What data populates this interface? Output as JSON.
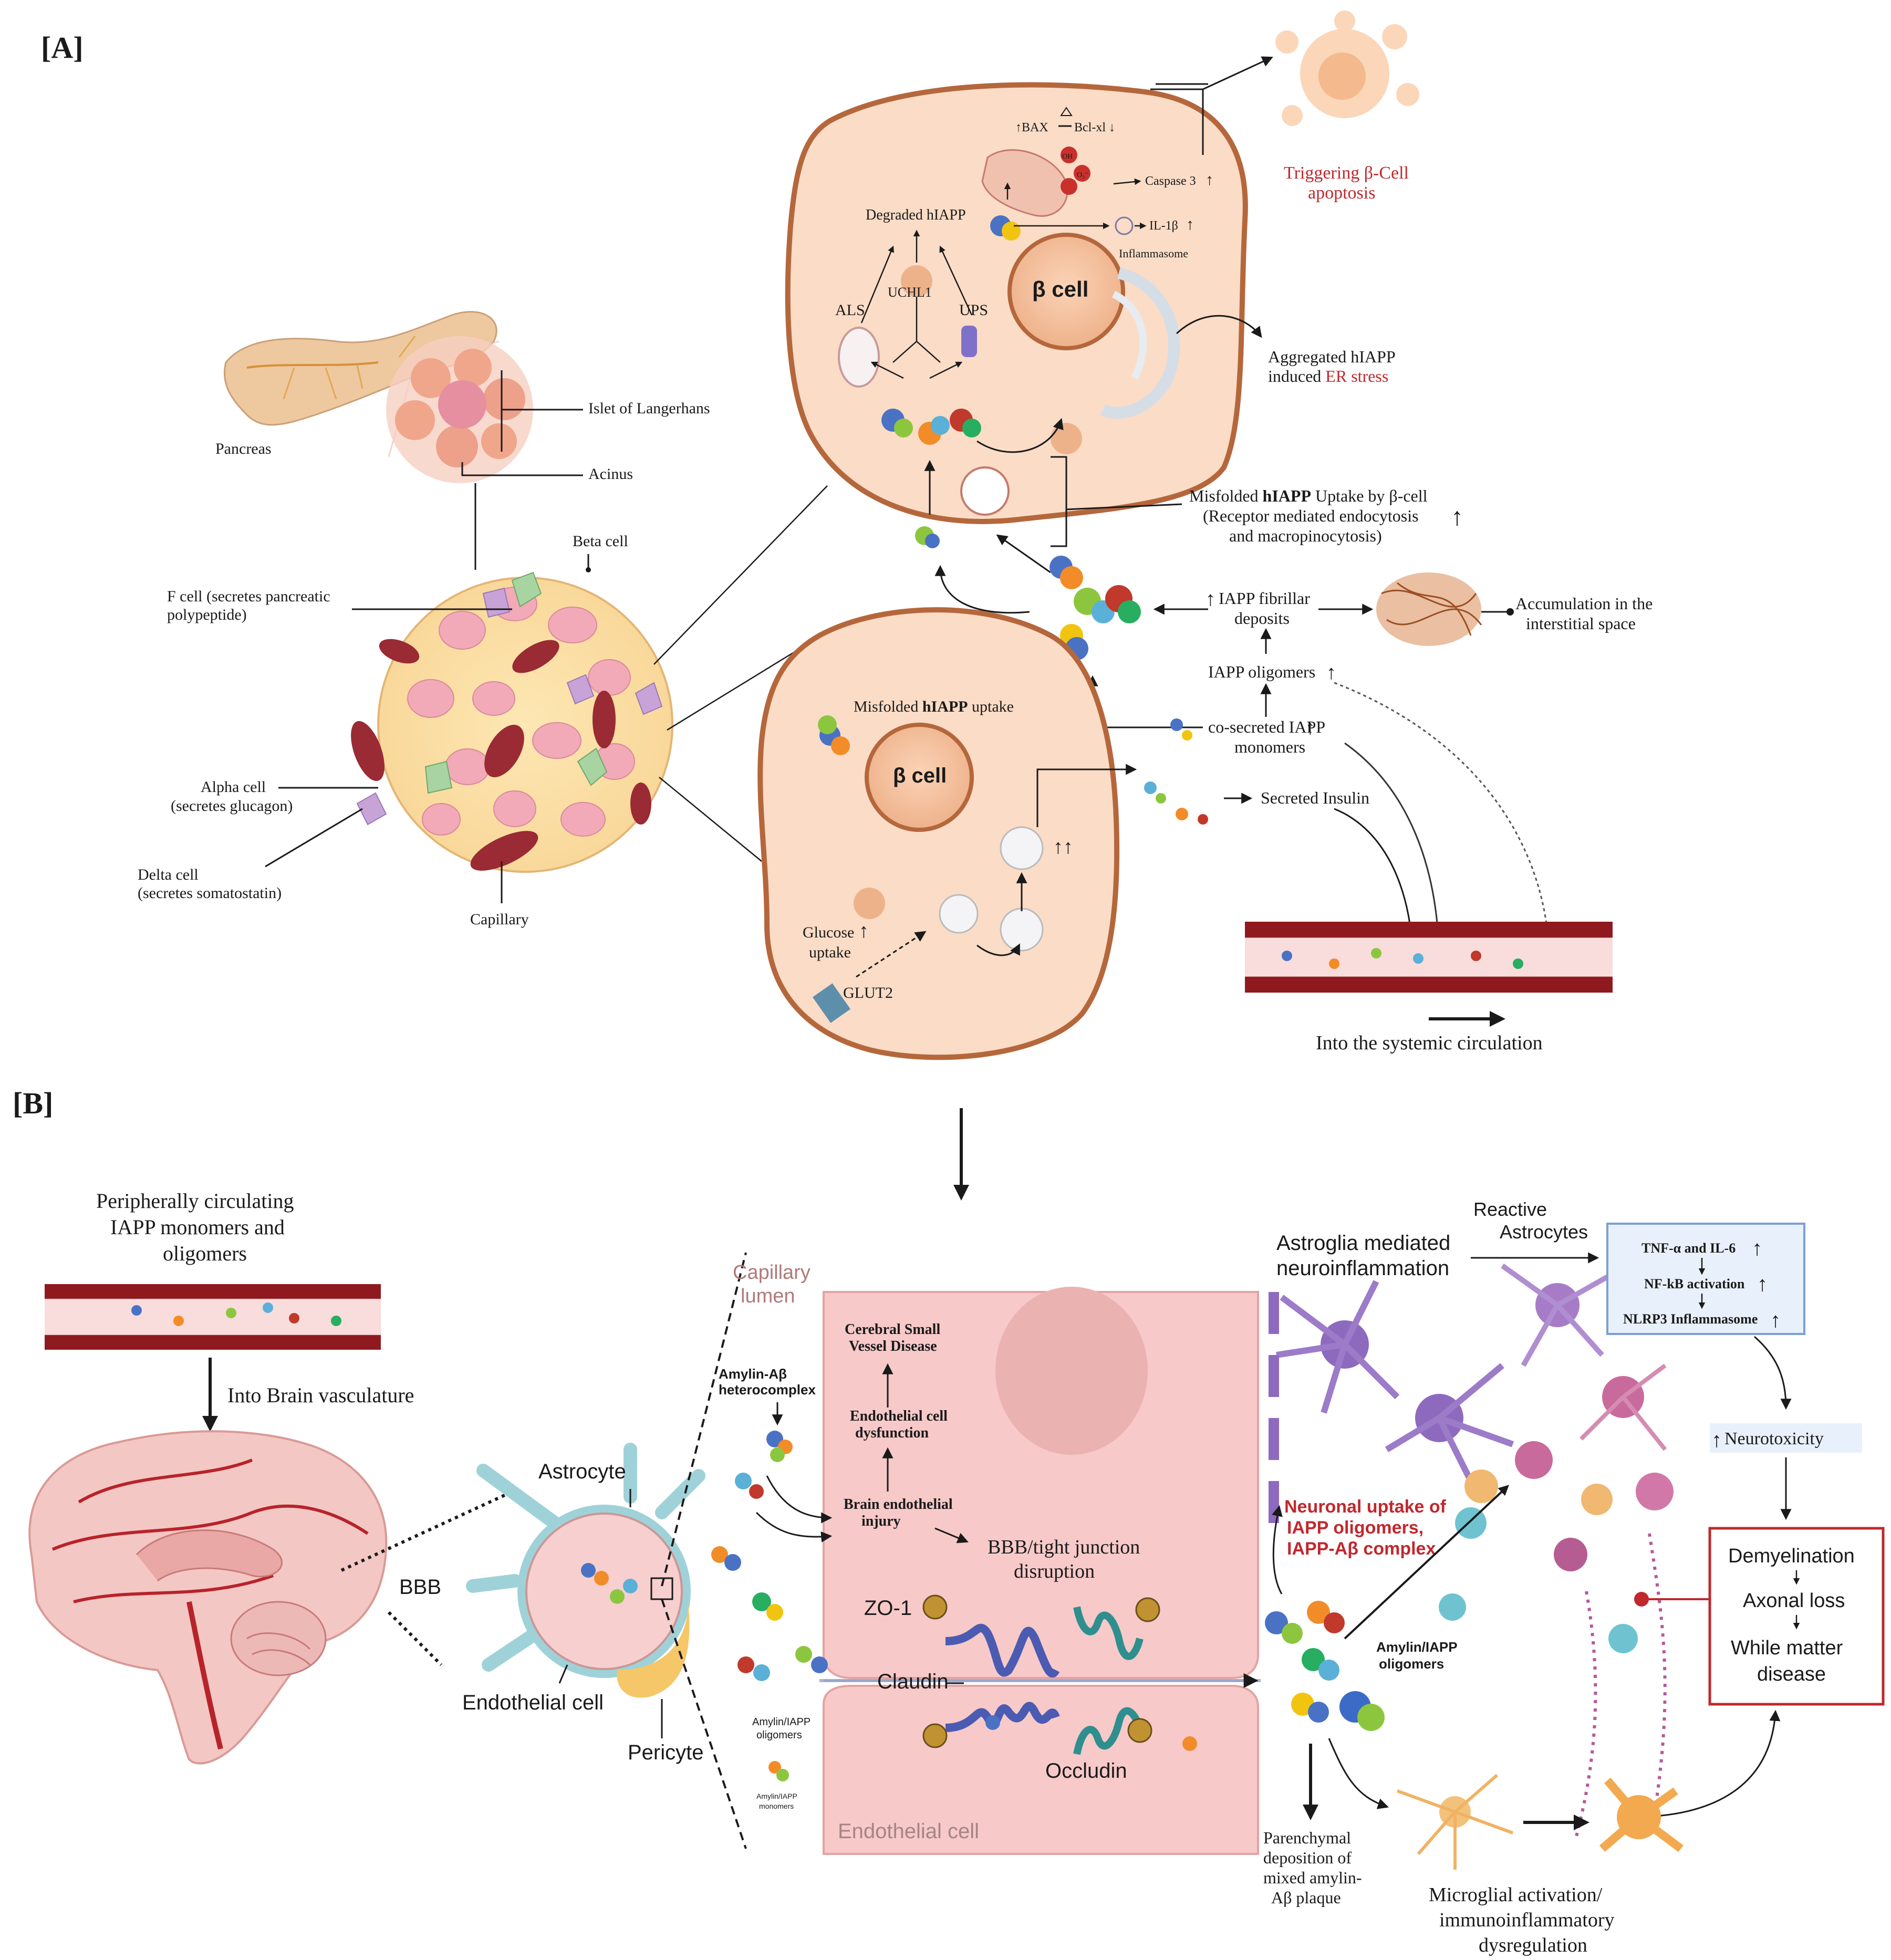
{
  "panel_labels": {
    "a": "[A]",
    "b": "[B]"
  },
  "panel_a": {
    "pancreas": "Pancreas",
    "islet": "Islet of Langerhans",
    "acinus": "Acinus",
    "beta_cell_label": "Beta cell",
    "f_cell": [
      "F cell (secretes pancreatic",
      "polypeptide)"
    ],
    "alpha_cell": [
      "Alpha cell",
      "(secretes glucagon)"
    ],
    "delta_cell": [
      "Delta cell",
      "(secretes somatostatin)"
    ],
    "capillary": "Capillary",
    "bax": "↑BAX",
    "bcl": "Bcl-xl ↓",
    "oh": "OH",
    "o2": "O₂⁻",
    "caspase": "Caspase 3",
    "il1b": "IL-1β",
    "inflammasome": "Inflammasome",
    "degraded": "Degraded hIAPP",
    "als": "ALS",
    "uchl1": "UCHL1",
    "ups": "UPS",
    "beta_cell": "β cell",
    "apoptosis": [
      "Triggering β-Cell",
      "apoptosis"
    ],
    "er_stress_1": "Aggregated hIAPP",
    "er_stress_2a": "induced ",
    "er_stress_2b": "ER stress",
    "uptake_upper_a": "Misfolded ",
    "uptake_upper_b": "hIAPP",
    "uptake_upper_c": " Uptake by  β-cell",
    "uptake_upper_2": "(Receptor mediated endocytosis",
    "uptake_upper_3": "and macropinocytosis)",
    "fibrillar": [
      "IAPP fibrillar",
      "deposits"
    ],
    "accumulation": [
      "Accumulation in the",
      "interstitial space"
    ],
    "oligomers": "IAPP oligomers",
    "monomers": [
      "co-secreted IAPP",
      "monomers"
    ],
    "secreted_insulin": "Secreted Insulin",
    "uptake_lower_a": "Misfolded ",
    "uptake_lower_b": "hIAPP",
    "uptake_lower_c": " uptake",
    "glucose": [
      "Glucose",
      "uptake"
    ],
    "glut2": "GLUT2",
    "systemic": "Into the systemic circulation"
  },
  "panel_b": {
    "peripheral": [
      "Peripherally circulating",
      "IAPP monomers and",
      "oligomers"
    ],
    "brain_vasculature": "Into Brain vasculature",
    "bbb": "BBB",
    "astrocyte": "Astrocyte",
    "endothelial_cell": "Endothelial cell",
    "pericyte": "Pericyte",
    "capillary_lumen": [
      "Capillary",
      "lumen"
    ],
    "heterocomplex": [
      "Amylin-Aβ",
      "heterocomplex"
    ],
    "csvd": [
      "Cerebral Small",
      "Vessel Disease"
    ],
    "endo_dysfunction": [
      "Endothelial cell",
      "dysfunction"
    ],
    "brain_injury": [
      "Brain endothelial",
      "injury"
    ],
    "bbb_disruption": [
      "BBB/tight junction",
      "disruption"
    ],
    "zo1": "ZO-1",
    "claudin": "Claudin",
    "occludin": "Occludin",
    "oligomers_small": [
      "Amylin/IAPP",
      "oligomers"
    ],
    "monomers_small": [
      "Amylin/IAPP",
      "monomers"
    ],
    "endothelial_bottom": "Endothelial cell",
    "astroglia": [
      "Astroglia mediated",
      "neuroinflammation"
    ],
    "reactive": [
      "Reactive",
      "Astrocytes"
    ],
    "tnf": "TNF-α and IL-6",
    "nfkb": "NF-kB activation",
    "nlrp3": "NLRP3 Inflammasome",
    "neurotoxicity": "Neurotoxicity",
    "neuronal_uptake": [
      "Neuronal uptake of",
      "IAPP oligomers,",
      "IAPP-Aβ complex"
    ],
    "amylin_oligomers": [
      "Amylin/IAPP",
      "oligomers"
    ],
    "demyelination": "Demyelination",
    "axonal": "Axonal loss",
    "while_matter": [
      "While matter",
      "disease"
    ],
    "parenchymal": [
      "Parenchymal",
      "deposition of",
      "mixed amylin-",
      "Aβ plaque"
    ],
    "microglial": [
      "Microglial activation/",
      "immunoinflammatory",
      "dysregulation"
    ]
  },
  "colors": {
    "cell_fill": "#fbdcc6",
    "cell_border": "#b5673c",
    "vessel_red": "#8e1a1f",
    "vessel_pink": "#f7d3d3",
    "endothelium": "#f7c9c9",
    "accent_red": "#c0282d",
    "astrocyte_blue": "#9fd2d8",
    "box_blue": "#e8f1fb"
  }
}
